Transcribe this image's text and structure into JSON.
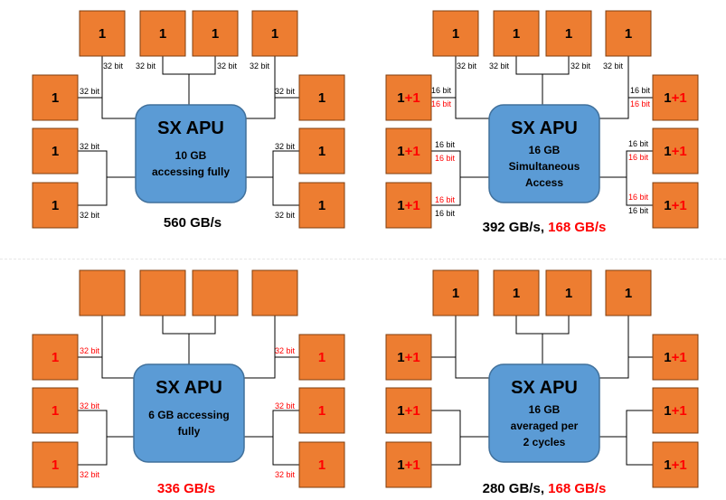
{
  "colors": {
    "chip_fill": "#ed7d31",
    "chip_border": "#7f3f10",
    "apu_fill": "#5b9bd5",
    "apu_border": "#41719c",
    "red": "#ff0000",
    "black": "#000000"
  },
  "diagrams": [
    {
      "id": "top-left",
      "apu": {
        "title": "SX APU",
        "lines": [
          "10 GB",
          "accessing fully"
        ]
      },
      "bandwidth": [
        {
          "text": "560 GB/s",
          "color": "black"
        }
      ],
      "chips_top": [
        {
          "label": [
            {
              "t": "1",
              "c": "black"
            }
          ],
          "bus": [
            {
              "t": "32 bit",
              "c": "black"
            }
          ]
        },
        {
          "label": [
            {
              "t": "1",
              "c": "black"
            }
          ],
          "bus": [
            {
              "t": "32 bit",
              "c": "black"
            }
          ]
        },
        {
          "label": [
            {
              "t": "1",
              "c": "black"
            }
          ],
          "bus": [
            {
              "t": "32 bit",
              "c": "black"
            }
          ]
        },
        {
          "label": [
            {
              "t": "1",
              "c": "black"
            }
          ],
          "bus": [
            {
              "t": "32 bit",
              "c": "black"
            }
          ]
        }
      ],
      "chips_left": [
        {
          "label": [
            {
              "t": "1",
              "c": "black"
            }
          ],
          "bus": [
            {
              "t": "32 bit",
              "c": "black"
            }
          ]
        },
        {
          "label": [
            {
              "t": "1",
              "c": "black"
            }
          ],
          "bus": [
            {
              "t": "32 bit",
              "c": "black"
            }
          ]
        },
        {
          "label": [
            {
              "t": "1",
              "c": "black"
            }
          ],
          "bus": [
            {
              "t": "32 bit",
              "c": "black"
            }
          ]
        }
      ],
      "chips_right": [
        {
          "label": [
            {
              "t": "1",
              "c": "black"
            }
          ],
          "bus": [
            {
              "t": "32 bit",
              "c": "black"
            }
          ]
        },
        {
          "label": [
            {
              "t": "1",
              "c": "black"
            }
          ],
          "bus": [
            {
              "t": "32 bit",
              "c": "black"
            }
          ]
        },
        {
          "label": [
            {
              "t": "1",
              "c": "black"
            }
          ],
          "bus": [
            {
              "t": "32 bit",
              "c": "black"
            }
          ]
        }
      ]
    },
    {
      "id": "top-right",
      "apu": {
        "title": "SX APU",
        "lines": [
          "16 GB",
          "Simultaneous",
          "Access"
        ]
      },
      "bandwidth": [
        {
          "text": "392 GB/s, ",
          "color": "black"
        },
        {
          "text": "168 GB/s",
          "color": "red"
        }
      ],
      "chips_top": [
        {
          "label": [
            {
              "t": "1",
              "c": "black"
            }
          ],
          "bus": [
            {
              "t": "32 bit",
              "c": "black"
            }
          ]
        },
        {
          "label": [
            {
              "t": "1",
              "c": "black"
            }
          ],
          "bus": [
            {
              "t": "32 bit",
              "c": "black"
            }
          ]
        },
        {
          "label": [
            {
              "t": "1",
              "c": "black"
            }
          ],
          "bus": [
            {
              "t": "32 bit",
              "c": "black"
            }
          ]
        },
        {
          "label": [
            {
              "t": "1",
              "c": "black"
            }
          ],
          "bus": [
            {
              "t": "32 bit",
              "c": "black"
            }
          ]
        }
      ],
      "chips_left": [
        {
          "label": [
            {
              "t": "1",
              "c": "black"
            },
            {
              "t": "+1",
              "c": "red"
            }
          ],
          "bus": [
            {
              "t": "16 bit",
              "c": "black"
            },
            {
              "t": "16 bit",
              "c": "red"
            }
          ]
        },
        {
          "label": [
            {
              "t": "1",
              "c": "black"
            },
            {
              "t": "+1",
              "c": "red"
            }
          ],
          "bus": [
            {
              "t": "16 bit",
              "c": "black"
            },
            {
              "t": "16 bit",
              "c": "red"
            }
          ]
        },
        {
          "label": [
            {
              "t": "1",
              "c": "black"
            },
            {
              "t": "+1",
              "c": "red"
            }
          ],
          "bus": [
            {
              "t": "16 bit",
              "c": "red"
            },
            {
              "t": "16 bit",
              "c": "black"
            }
          ]
        }
      ],
      "chips_right": [
        {
          "label": [
            {
              "t": "1",
              "c": "black"
            },
            {
              "t": "+1",
              "c": "red"
            }
          ],
          "bus": [
            {
              "t": "16 bit",
              "c": "black"
            },
            {
              "t": "16 bit",
              "c": "red"
            }
          ]
        },
        {
          "label": [
            {
              "t": "1",
              "c": "black"
            },
            {
              "t": "+1",
              "c": "red"
            }
          ],
          "bus": [
            {
              "t": "16 bit",
              "c": "black"
            },
            {
              "t": "16 bit",
              "c": "red"
            }
          ]
        },
        {
          "label": [
            {
              "t": "1",
              "c": "black"
            },
            {
              "t": "+1",
              "c": "red"
            }
          ],
          "bus": [
            {
              "t": "16 bit",
              "c": "red"
            },
            {
              "t": "16 bit",
              "c": "black"
            }
          ]
        }
      ]
    },
    {
      "id": "bottom-left",
      "apu": {
        "title": "SX APU",
        "lines": [
          "6 GB accessing",
          "fully"
        ]
      },
      "bandwidth": [
        {
          "text": "336 GB/s",
          "color": "red"
        }
      ],
      "chips_top": [
        {
          "label": [],
          "bus": []
        },
        {
          "label": [],
          "bus": []
        },
        {
          "label": [],
          "bus": []
        },
        {
          "label": [],
          "bus": []
        }
      ],
      "chips_left": [
        {
          "label": [
            {
              "t": "1",
              "c": "red"
            }
          ],
          "bus": [
            {
              "t": "32 bit",
              "c": "red"
            }
          ]
        },
        {
          "label": [
            {
              "t": "1",
              "c": "red"
            }
          ],
          "bus": [
            {
              "t": "32 bit",
              "c": "red"
            }
          ]
        },
        {
          "label": [
            {
              "t": "1",
              "c": "red"
            }
          ],
          "bus": [
            {
              "t": "32 bit",
              "c": "red"
            }
          ]
        }
      ],
      "chips_right": [
        {
          "label": [
            {
              "t": "1",
              "c": "red"
            }
          ],
          "bus": [
            {
              "t": "32 bit",
              "c": "red"
            }
          ]
        },
        {
          "label": [
            {
              "t": "1",
              "c": "red"
            }
          ],
          "bus": [
            {
              "t": "32 bit",
              "c": "red"
            }
          ]
        },
        {
          "label": [
            {
              "t": "1",
              "c": "red"
            }
          ],
          "bus": [
            {
              "t": "32 bit",
              "c": "red"
            }
          ]
        }
      ]
    },
    {
      "id": "bottom-right",
      "apu": {
        "title": "SX APU",
        "lines": [
          "16 GB",
          "averaged per",
          "2 cycles"
        ]
      },
      "bandwidth": [
        {
          "text": "280 GB/s, ",
          "color": "black"
        },
        {
          "text": "168 GB/s",
          "color": "red"
        }
      ],
      "chips_top": [
        {
          "label": [
            {
              "t": "1",
              "c": "black"
            }
          ],
          "bus": []
        },
        {
          "label": [
            {
              "t": "1",
              "c": "black"
            }
          ],
          "bus": []
        },
        {
          "label": [
            {
              "t": "1",
              "c": "black"
            }
          ],
          "bus": []
        },
        {
          "label": [
            {
              "t": "1",
              "c": "black"
            }
          ],
          "bus": []
        }
      ],
      "chips_left": [
        {
          "label": [
            {
              "t": "1",
              "c": "black"
            },
            {
              "t": "+1",
              "c": "red"
            }
          ],
          "bus": []
        },
        {
          "label": [
            {
              "t": "1",
              "c": "black"
            },
            {
              "t": "+1",
              "c": "red"
            }
          ],
          "bus": []
        },
        {
          "label": [
            {
              "t": "1",
              "c": "black"
            },
            {
              "t": "+1",
              "c": "red"
            }
          ],
          "bus": []
        }
      ],
      "chips_right": [
        {
          "label": [
            {
              "t": "1",
              "c": "black"
            },
            {
              "t": "+1",
              "c": "red"
            }
          ],
          "bus": []
        },
        {
          "label": [
            {
              "t": "1",
              "c": "black"
            },
            {
              "t": "+1",
              "c": "red"
            }
          ],
          "bus": []
        },
        {
          "label": [
            {
              "t": "1",
              "c": "black"
            },
            {
              "t": "+1",
              "c": "red"
            }
          ],
          "bus": []
        }
      ]
    }
  ]
}
